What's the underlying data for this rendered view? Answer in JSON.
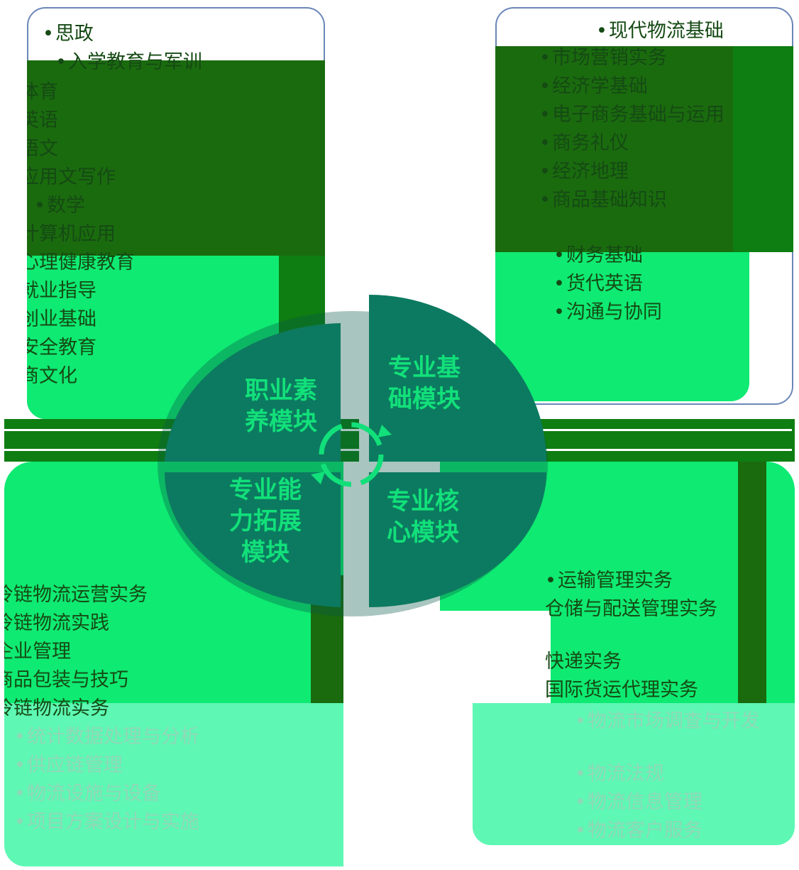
{
  "modules": {
    "literacy": {
      "label": "职业素养模块"
    },
    "foundation": {
      "label": "专业基础模块"
    },
    "core": {
      "label": "专业核心模块"
    },
    "extension": {
      "label": "专业能力拓展模块"
    }
  },
  "top_left": {
    "items": [
      "思政",
      "入学教育与军训",
      "体育",
      "英语",
      "语文",
      "应用文写作",
      "数学",
      "计算机应用",
      "心理健康教育",
      "就业指导",
      "创业基础",
      "安全教育",
      "商文化"
    ]
  },
  "top_right": {
    "items": [
      "现代物流基础",
      "市场营销实务",
      "经济学基础",
      "电子商务基础与运用",
      "商务礼仪",
      "经济地理",
      "商品基础知识",
      "财务基础",
      "货代英语",
      "沟通与协同"
    ]
  },
  "bottom_left": {
    "items": [
      "冷链物流运营实务",
      "冷链物流实践",
      "企业管理",
      "商品包装与技巧",
      "冷链物流实务",
      "统计数据处理与分析",
      "供应链管理",
      "物流设施与设备",
      "项目方案设计与实施"
    ]
  },
  "bottom_right": {
    "items": [
      "运输管理实务",
      "仓储与配送管理实务",
      "快递实务",
      "国际货运代理实务",
      "物流市场调查与开发",
      "物流法规",
      "物流信息管理",
      "物流客户服务"
    ]
  },
  "colors": {
    "dark_green": "#1a6b0e",
    "bright_green": "#0fea72",
    "pale_green": "#5ef7b4",
    "disc": "#0c7a60",
    "frame": "#6b86b8"
  }
}
